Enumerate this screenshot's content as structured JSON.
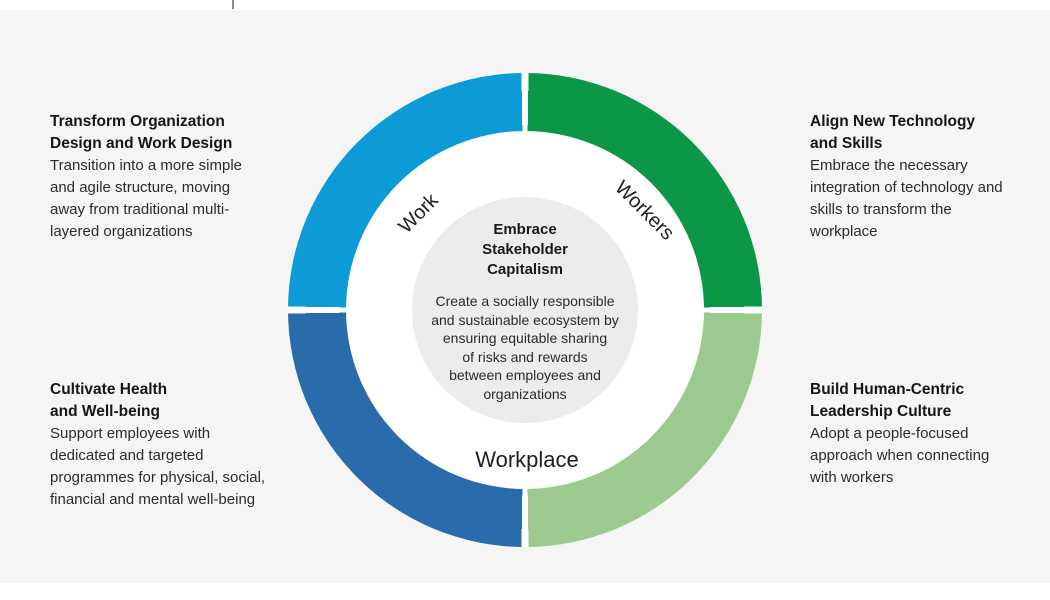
{
  "page": {
    "background_color": "#f5f5f5",
    "frame_color": "#ffffff",
    "top_tick_color": "#8c8c8c"
  },
  "ring": {
    "gap_deg": 0.85,
    "gap_color": "#ffffff",
    "segments": [
      {
        "name": "workers-quadrant",
        "color": "#0c9648"
      },
      {
        "name": "workplace-right-quadrant",
        "color": "#9bc98e"
      },
      {
        "name": "workplace-left-quadrant",
        "color": "#2a6bac"
      },
      {
        "name": "work-quadrant",
        "color": "#0d9bd7"
      }
    ],
    "labels": {
      "work": "Work",
      "workers": "Workers",
      "workplace": "Workplace"
    }
  },
  "center": {
    "background_color": "#ececec",
    "title": "Embrace\nStakeholder\nCapitalism",
    "body": "Create a socially responsible\nand sustainable ecosystem by\nensuring equitable sharing\nof risks and rewards\nbetween employees and\norganizations"
  },
  "blocks": {
    "top_left": {
      "title": "Transform Organization\nDesign and Work Design",
      "body": "Transition into a more simple\nand agile structure, moving\naway from traditional multi-\nlayered organizations"
    },
    "top_right": {
      "title": "Align New Technology\nand Skills",
      "body": "Embrace the necessary\nintegration of technology and\nskills to transform the\nworkplace"
    },
    "bottom_left": {
      "title": "Cultivate Health\nand Well-being",
      "body": "Support employees with\ndedicated and targeted\nprogrammes for physical, social,\nfinancial and mental well-being"
    },
    "bottom_right": {
      "title": "Build Human-Centric\nLeadership Culture",
      "body": "Adopt a people-focused\napproach when connecting\nwith workers"
    }
  }
}
